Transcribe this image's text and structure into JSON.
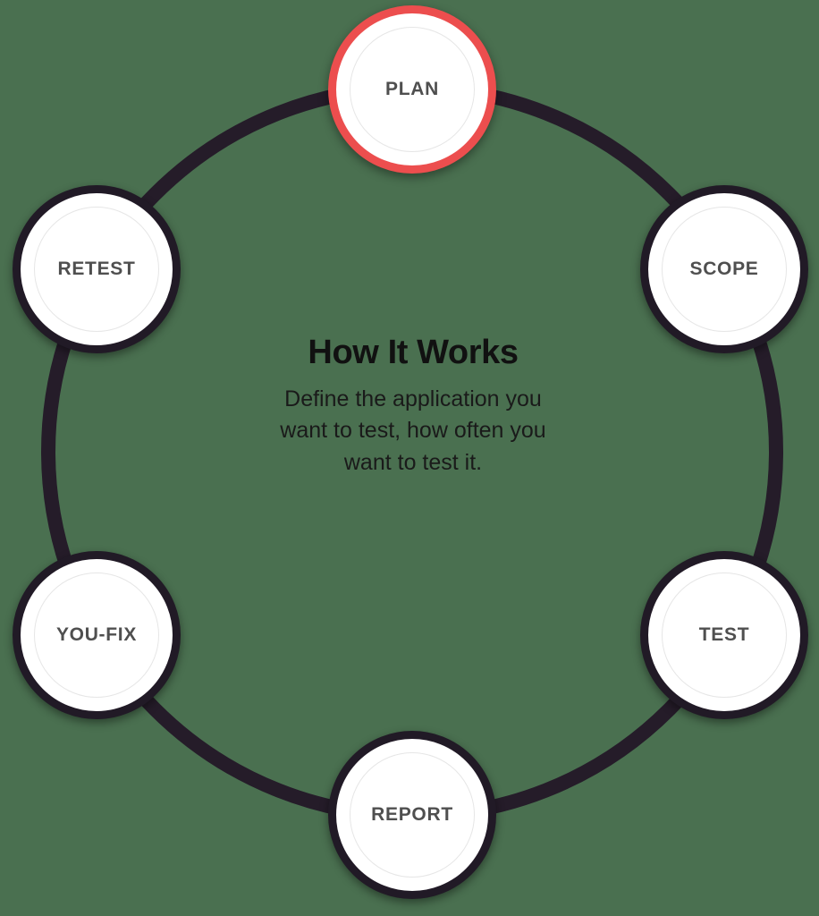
{
  "background_color": "#4a7050",
  "diagram": {
    "type": "cycle",
    "ring_color": "#251c29",
    "node_border_color": "#211a26",
    "node_fill_color": "#ffffff",
    "node_label_color": "#4f4f4f",
    "active_node_color": "#ec4e4e",
    "center": {
      "title": "How It Works",
      "description_line1": "Define the application you",
      "description_line2": "want to test, how often you",
      "description_line3": "want to test it."
    },
    "nodes": [
      {
        "id": "plan",
        "label": "PLAN",
        "active": true,
        "position": "top"
      },
      {
        "id": "scope",
        "label": "SCOPE",
        "active": false,
        "position": "top-right"
      },
      {
        "id": "test",
        "label": "TEST",
        "active": false,
        "position": "bottom-right"
      },
      {
        "id": "report",
        "label": "REPORT",
        "active": false,
        "position": "bottom"
      },
      {
        "id": "youfix",
        "label": "YOU-FIX",
        "active": false,
        "position": "bottom-left"
      },
      {
        "id": "retest",
        "label": "RETEST",
        "active": false,
        "position": "top-left"
      }
    ]
  }
}
